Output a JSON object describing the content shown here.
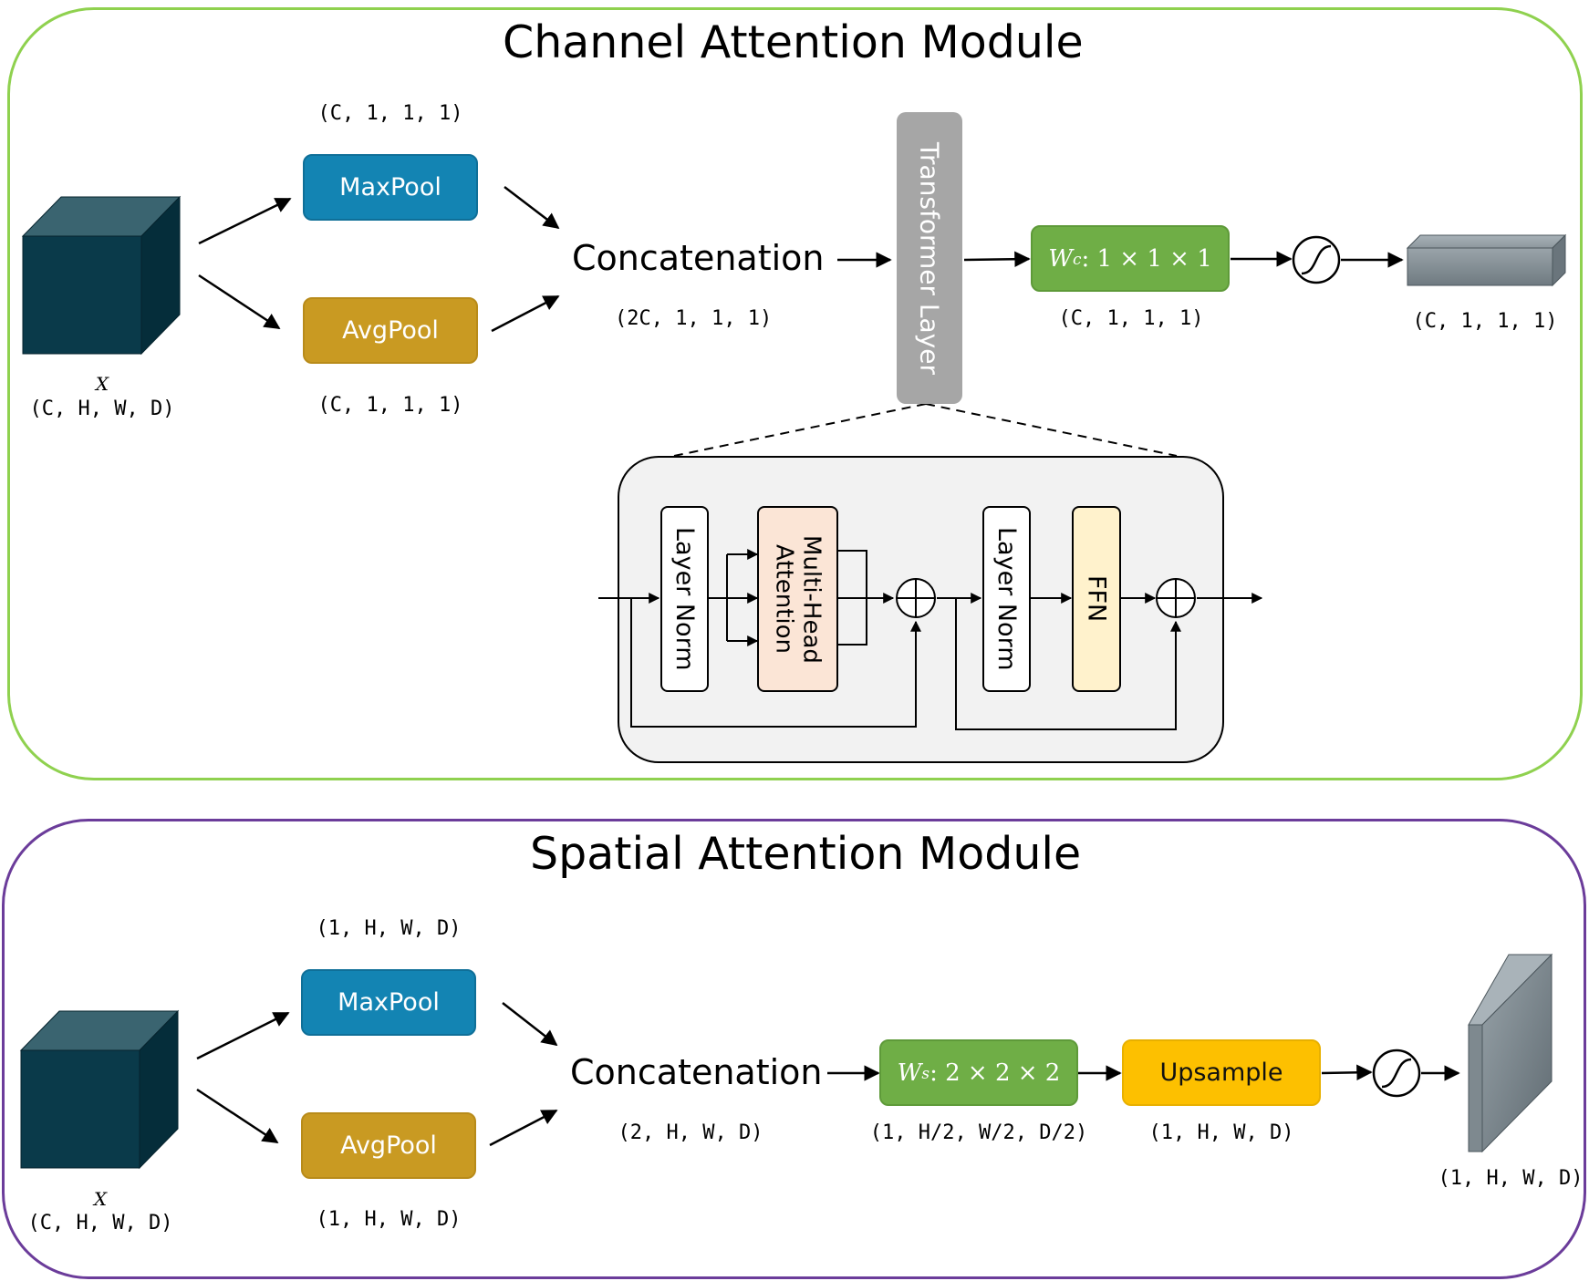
{
  "colors": {
    "channel_border": "#8fd14f",
    "spatial_border": "#6b3c9a",
    "maxpool": "#1384b3",
    "avgpool": "#c99a22",
    "green_box": "#6fae46",
    "upsample": "#fdc000",
    "transformer": "#a6a6a6",
    "mha": "#fbe5d6",
    "ffn": "#fff2cc",
    "cube_dark": "#0a3a4a",
    "output_gray": "#8a959d"
  },
  "channel": {
    "title": "Channel Attention Module",
    "input_var": "X",
    "input_dims": "(C, H, W, D)",
    "maxpool_label": "MaxPool",
    "maxpool_dims": "(C, 1, 1, 1)",
    "avgpool_label": "AvgPool",
    "avgpool_dims": "(C, 1, 1, 1)",
    "concat_label": "Concatenation",
    "concat_dims": "(2C, 1, 1, 1)",
    "transformer_label": "Transformer Layer",
    "weight_symbol": "W",
    "weight_sub": "c",
    "weight_expr": ": 1 × 1 × 1",
    "weight_dims": "(C, 1, 1, 1)",
    "output_dims": "(C, 1, 1, 1)",
    "transformer_detail": {
      "layer_norm_1": "Layer Norm",
      "mha_line1": "Multi-Head",
      "mha_line2": "Attention",
      "layer_norm_2": "Layer Norm",
      "ffn": "FFN"
    }
  },
  "spatial": {
    "title": "Spatial Attention Module",
    "input_var": "X",
    "input_dims": "(C, H, W, D)",
    "maxpool_label": "MaxPool",
    "maxpool_dims": "(1, H, W, D)",
    "avgpool_label": "AvgPool",
    "avgpool_dims": "(1, H, W, D)",
    "concat_label": "Concatenation",
    "concat_dims": "(2, H, W, D)",
    "weight_symbol": "W",
    "weight_sub": "s",
    "weight_expr": ": 2 × 2 × 2",
    "weight_dims": "(1, H/2, W/2, D/2)",
    "upsample_label": "Upsample",
    "upsample_dims": "(1, H, W, D)",
    "output_dims": "(1, H, W, D)"
  }
}
